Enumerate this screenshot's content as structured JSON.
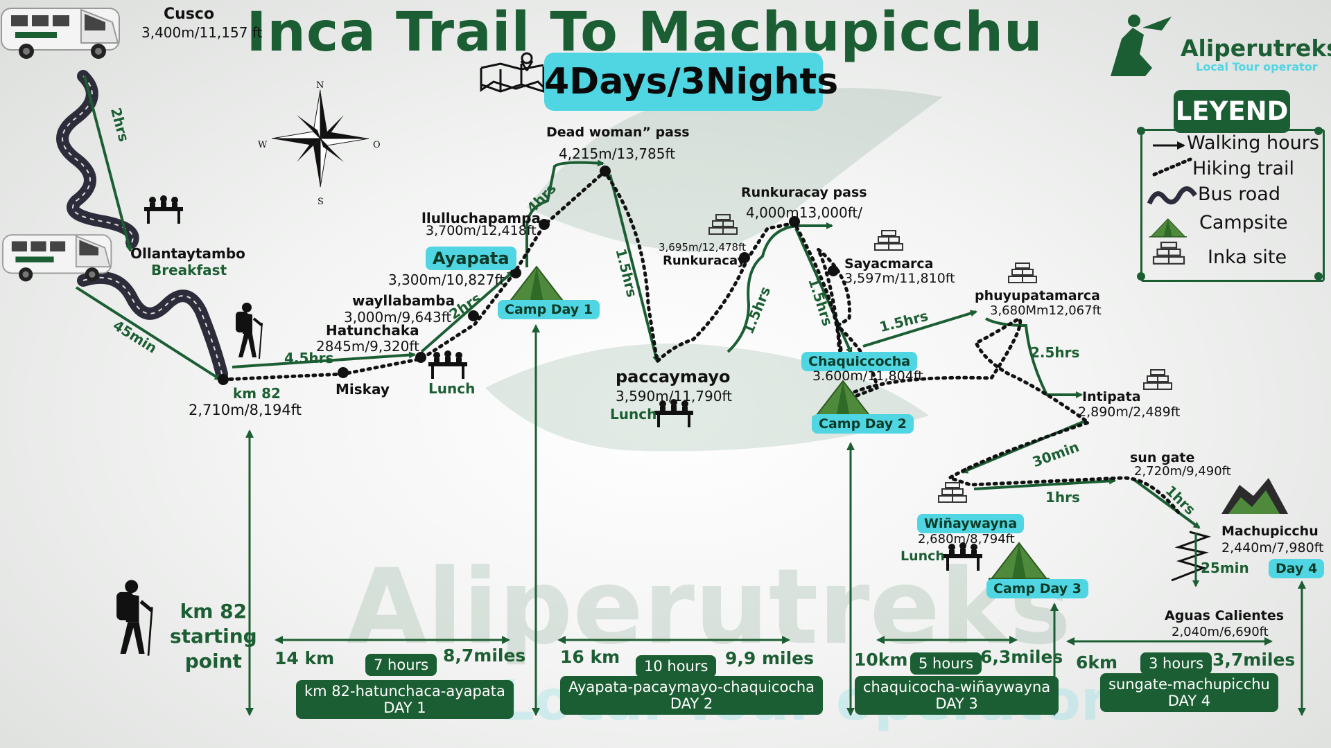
{
  "title": "Inca Trail To Machupicchu",
  "subtitle": "4Days/3Nights",
  "brand": {
    "name": "Aliperutreks",
    "tagline": "Local Tour operator"
  },
  "watermark": {
    "line1": "Aliperutreks",
    "line2": "Local Tour operator"
  },
  "compass": {
    "n": "N",
    "w": "W",
    "o": "O",
    "s": "S"
  },
  "legend": {
    "title": "LEYEND",
    "items": [
      "Walking hours",
      "Hiking trail",
      "Bus road",
      "Campsite",
      "Inka site"
    ]
  },
  "colors": {
    "dark_green": "#1c5e33",
    "cyan": "#4fd6e2",
    "tent_green": "#4f8a3c"
  },
  "places": {
    "cusco": {
      "name": "Cusco",
      "alt": "3,400m/11,157 ft"
    },
    "ollantaytambo": {
      "name": "Ollantaytambo",
      "meal": "Breakfast"
    },
    "km82": {
      "name": "km 82",
      "alt": "2,710m/8,194ft"
    },
    "miskay": {
      "name": "Miskay"
    },
    "hatunchaka": {
      "name": "Hatunchaka",
      "alt": "2845m/9,320ft"
    },
    "wayllabamba": {
      "name": "wayllabamba",
      "alt": "3,000m/9,643ft"
    },
    "lunch1": "Lunch",
    "ayapata": {
      "name": "Ayapata",
      "alt": "3,300m/10,827ft"
    },
    "llulluchapampa": {
      "name": "llulluchapampa",
      "alt": "3,700m/12,418ft"
    },
    "dead_woman": {
      "name": "Dead woman” pass",
      "alt": "4,215m/13,785ft"
    },
    "camp1": "Camp Day 1",
    "paccaymayo": {
      "name": "paccaymayo",
      "alt": "3,590m/11,790ft",
      "meal": "Lunch"
    },
    "runkuracay": {
      "name": "Runkuracay",
      "alt": "3,695m/12,478ft"
    },
    "runkuracay_pass": {
      "name": "Runkuracay pass",
      "alt": "4,000m13,000ft/"
    },
    "sayacmarca": {
      "name": "Sayacmarca",
      "alt": "3,597m/11,810ft"
    },
    "chaquiccocha": {
      "name": "Chaquiccocha",
      "alt": "3.600m/11,804ft"
    },
    "camp2": "Camp Day 2",
    "phuyupatamarca": {
      "name": "phuyupatamarca",
      "alt": "3,680Mm12,067ft"
    },
    "intipata": {
      "name": "Intipata",
      "alt": "2,890m/2,489ft"
    },
    "winaywayna": {
      "name": "Wiñaywayna",
      "alt": "2,680m/8,794ft",
      "meal": "Lunch"
    },
    "camp3": "Camp Day 3",
    "sungate": {
      "name": "sun gate",
      "alt": "2,720m/9,490ft"
    },
    "machupicchu": {
      "name": "Machupicchu",
      "alt": "2,440m/7,980ft"
    },
    "day4": "Day 4",
    "aguas": {
      "name": "Aguas Calientes",
      "alt": "2,040m/6,690ft"
    }
  },
  "durations": {
    "cusco_ollanta": "2hrs",
    "ollanta_km82": "45min",
    "km82_hatun": "4.5hrs",
    "wayll_ayapata": "2hrs",
    "ayapata_pass": "4hrs",
    "pass_pacay": "1.5hrs",
    "pacay_runku": "1.5hrs",
    "runku_chaqui": "1.5hrs",
    "chaqui_phuyu": "1.5hrs",
    "phuyu_inti": "2.5hrs",
    "inti_winay": "30min",
    "winay_sungate": "1hrs",
    "sungate_machu": "1hrs",
    "machu_aguas": "25min"
  },
  "start": {
    "line1": "km 82",
    "line2": "starting",
    "line3": "point"
  },
  "days": [
    {
      "km": "14 km",
      "miles": "8,7miles",
      "hours": "7 hours",
      "route": "km 82-hatunchaca-ayapata",
      "day": "DAY 1"
    },
    {
      "km": "16 km",
      "miles": "9,9 miles",
      "hours": "10 hours",
      "route": "Ayapata-pacaymayo-chaquicocha",
      "day": "DAY 2"
    },
    {
      "km": "10km",
      "miles": "6,3miles",
      "hours": "5 hours",
      "route": "chaquicocha-wiñaywayna",
      "day": "DAY 3"
    },
    {
      "km": "6km",
      "miles": "3,7miles",
      "hours": "3 hours",
      "route": "sungate-machupicchu",
      "day": "DAY 4"
    }
  ]
}
